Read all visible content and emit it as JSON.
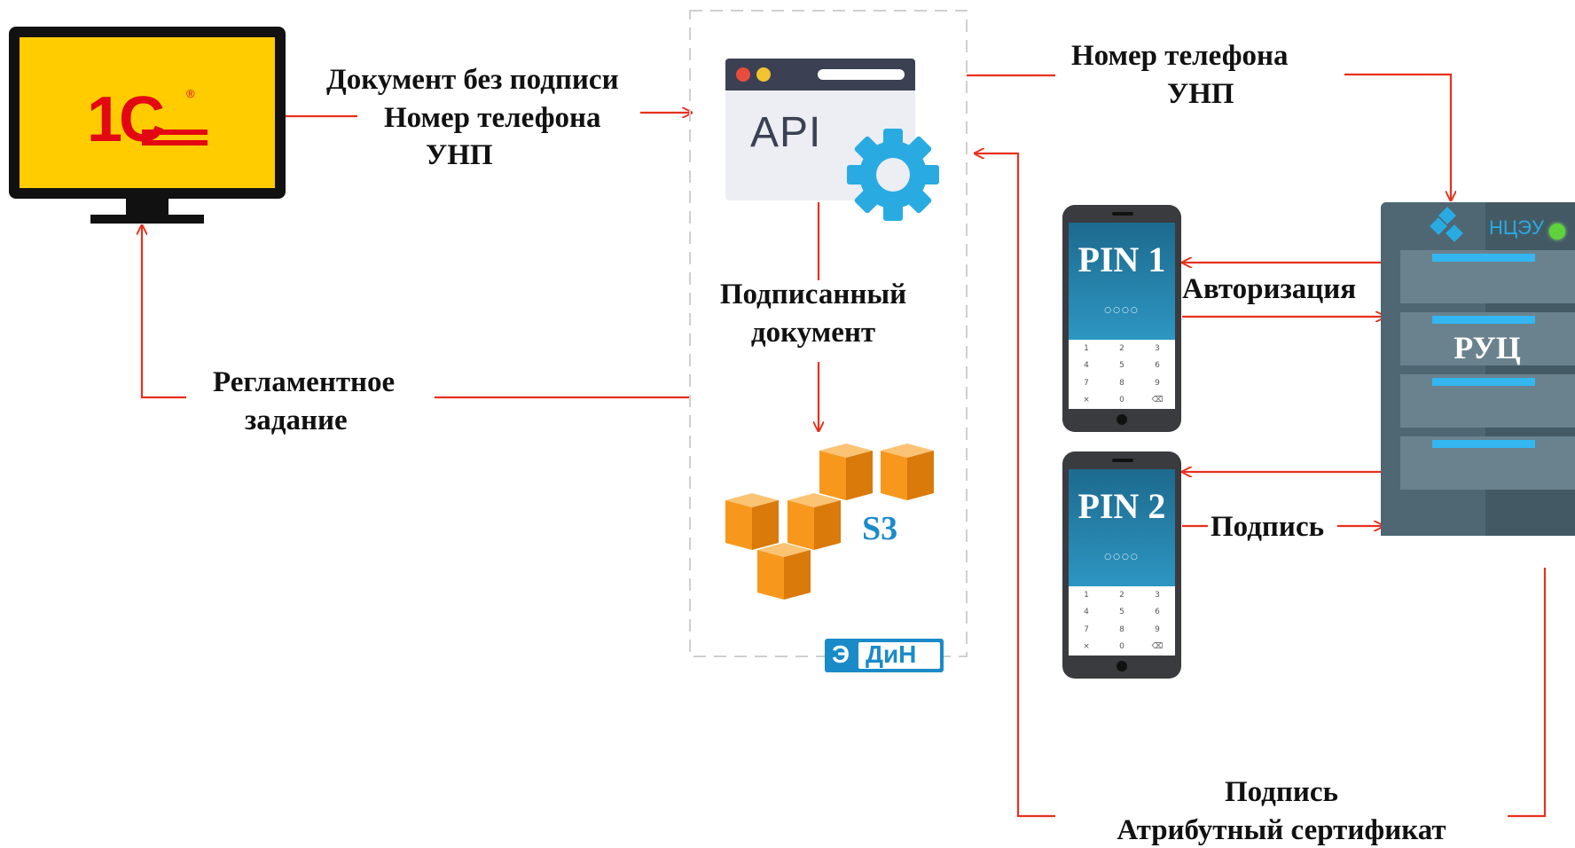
{
  "colors": {
    "arrow": "#e8301c",
    "brand_1c_bg": "#ffcc00",
    "brand_1c_fg": "#e30613",
    "api_accent": "#29abe2",
    "s3_orange": "#f7981d",
    "s3_text": "#1a8bc9",
    "server_body": "#4e6773",
    "server_bar": "#34b6f0",
    "edin_blue": "#1a8bc9"
  },
  "icons": {
    "monitor": "monitor-icon",
    "api": "api-gear-icon",
    "s3": "s3-cubes-icon",
    "phone": "smartphone-icon",
    "server": "server-rack-icon"
  },
  "monitor": {
    "logo_text": "1С",
    "logo_mark": "®"
  },
  "api_window": {
    "text": "API"
  },
  "s3": {
    "label": "S3"
  },
  "edin": {
    "left": "Э",
    "right": "ДиН"
  },
  "server": {
    "brand": "НЦЭУ",
    "label": "РУЦ"
  },
  "phones": [
    {
      "pin": "PIN 1",
      "dots": "○○○○",
      "keys": [
        "1",
        "2",
        "3",
        "4",
        "5",
        "6",
        "7",
        "8",
        "9",
        "×",
        "0",
        "⌫"
      ]
    },
    {
      "pin": "PIN 2",
      "dots": "○○○○",
      "keys": [
        "1",
        "2",
        "3",
        "4",
        "5",
        "6",
        "7",
        "8",
        "9",
        "×",
        "0",
        "⌫"
      ]
    }
  ],
  "labels": {
    "doc_unsigned": "Документ без подписи",
    "phone_number_left": "Номер телефона",
    "unp_left": "УНП",
    "phone_number_right": "Номер телефона",
    "unp_right": "УНП",
    "signed_doc_line1": "Подписанный",
    "signed_doc_line2": "документ",
    "scheduled_line1": "Регламентное",
    "scheduled_line2": "задание",
    "authorization": "Авторизация",
    "signature_mid": "Подпись",
    "signature_bottom": "Подпись",
    "attr_certificate": "Атрибутный сертификат"
  }
}
